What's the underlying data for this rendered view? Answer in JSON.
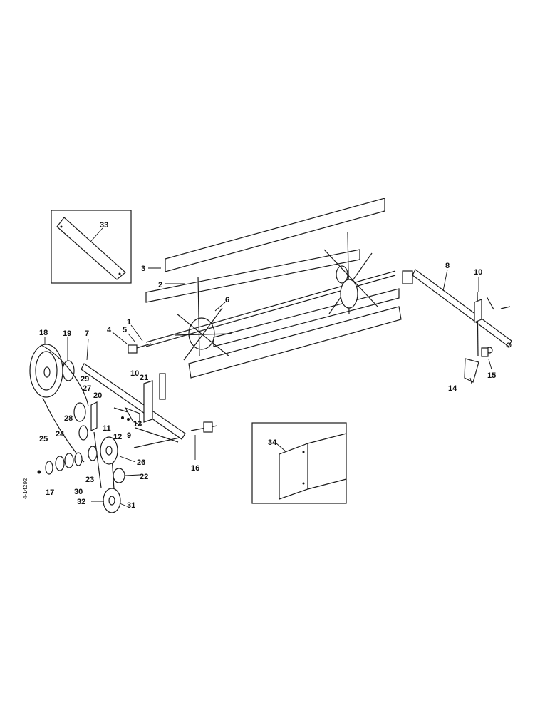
{
  "reference_number": "4-14292",
  "callouts": {
    "c1": "1",
    "c2": "2",
    "c3": "3",
    "c4": "4",
    "c5": "5",
    "c6": "6",
    "c7": "7",
    "c8": "8",
    "c9": "9",
    "c10a": "10",
    "c10b": "10",
    "c11": "11",
    "c12": "12",
    "c13": "13",
    "c14": "14",
    "c15": "15",
    "c16": "16",
    "c17": "17",
    "c18": "18",
    "c19": "19",
    "c20": "20",
    "c21": "21",
    "c22": "22",
    "c23": "23",
    "c24": "24",
    "c25": "25",
    "c26": "26",
    "c27": "27",
    "c28": "28",
    "c29": "29",
    "c30": "30",
    "c31": "31",
    "c32": "32",
    "c33": "33",
    "c34": "34"
  },
  "colors": {
    "ink": "#1a1a1a",
    "paper": "#ffffff"
  }
}
